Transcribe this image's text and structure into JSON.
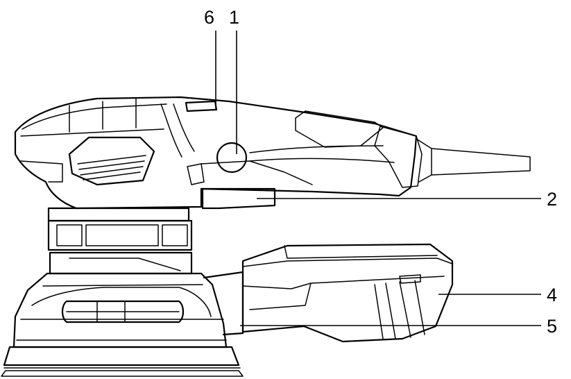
{
  "callouts": [
    {
      "id": "c6",
      "label": "6"
    },
    {
      "id": "c1",
      "label": "1"
    },
    {
      "id": "c2",
      "label": "2"
    },
    {
      "id": "c4",
      "label": "4"
    },
    {
      "id": "c5",
      "label": "5"
    }
  ]
}
